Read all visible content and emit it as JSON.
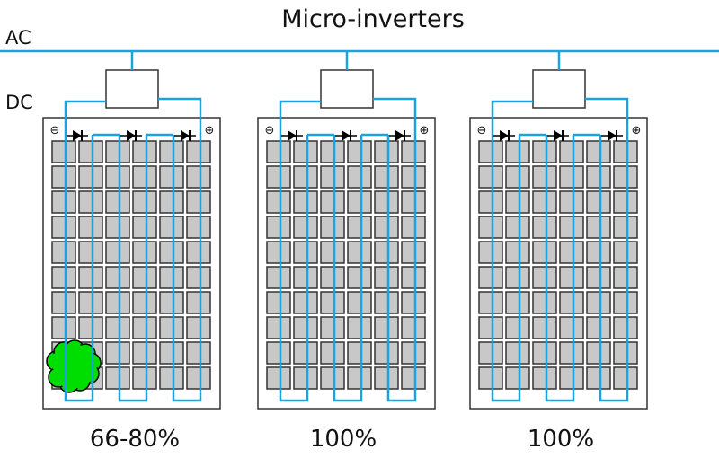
{
  "title": "Micro-inverters",
  "bus_labels": {
    "ac": "AC",
    "dc": "DC"
  },
  "colors": {
    "wire": "#1aa3e0",
    "cell_fill": "#c8c8c8",
    "cell_stroke": "#333333",
    "panel_stroke": "#333333",
    "shade": "#00dd00"
  },
  "panels": [
    {
      "name": "panel-1",
      "output": "66-80%",
      "shaded": true
    },
    {
      "name": "panel-2",
      "output": "100%",
      "shaded": false
    },
    {
      "name": "panel-3",
      "output": "100%",
      "shaded": false
    }
  ],
  "panel_grid": {
    "rows": 10,
    "columns": 6,
    "bypass_diodes": 3
  },
  "terminal_symbols": {
    "negative": "⊖",
    "positive": "⊕"
  }
}
